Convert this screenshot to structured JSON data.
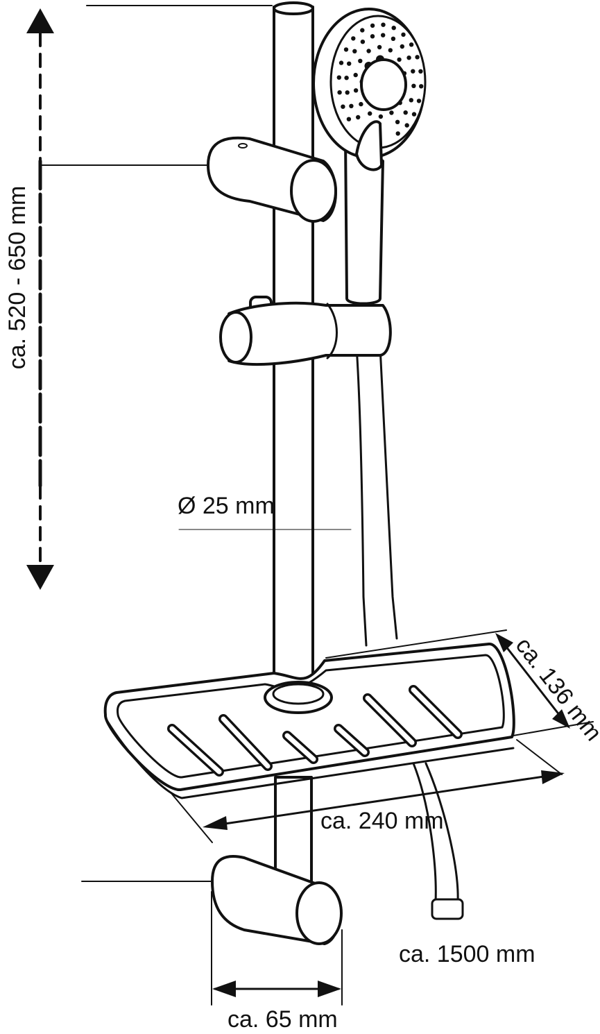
{
  "labels": {
    "height_range": "ca. 520 - 650 mm",
    "rail_diameter": "Ø 25 mm",
    "tray_depth": "ca. 136 mm",
    "tray_width": "ca. 240 mm",
    "hose_length": "ca. 1500 mm",
    "bracket_width": "ca. 65 mm"
  },
  "colors": {
    "line": "#111111",
    "background": "#ffffff"
  }
}
